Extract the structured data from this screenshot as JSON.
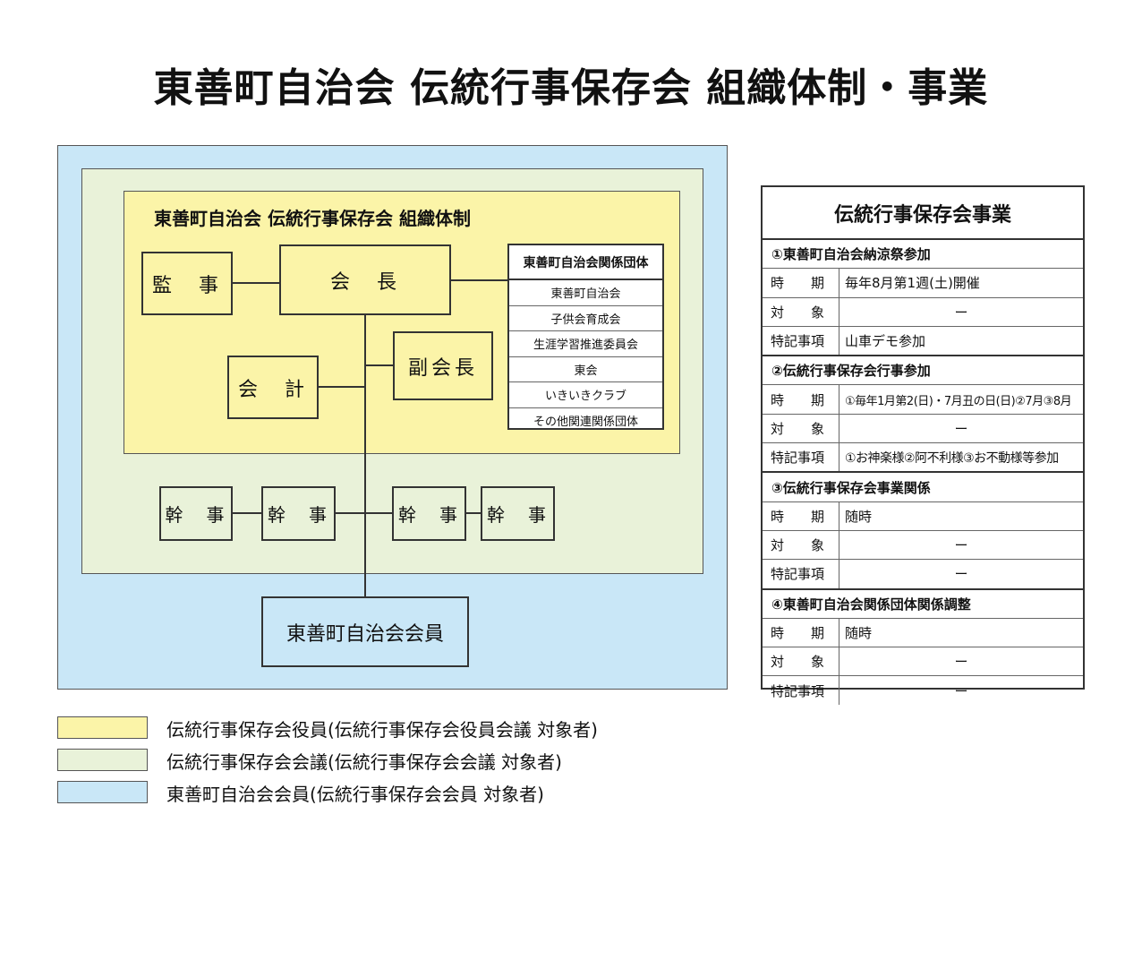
{
  "page_title": "東善町自治会 伝統行事保存会 組織体制・事業",
  "org": {
    "inner_title": "東善町自治会 伝統行事保存会 組織体制",
    "auditor": "監　事",
    "president": "会　長",
    "vice_president": "副会長",
    "treasurer": "会　計",
    "secretaries": [
      "幹　事",
      "幹　事",
      "幹　事",
      "幹　事"
    ],
    "members": "東善町自治会会員",
    "related_groups": {
      "header": "東善町自治会関係団体",
      "items": [
        "東善町自治会",
        "子供会育成会",
        "生涯学習推進委員会",
        "東会",
        "いきいきクラブ",
        "その他関連関係団体"
      ]
    }
  },
  "legend": [
    {
      "label": "伝統行事保存会役員(伝統行事保存会役員会議 対象者)",
      "color": "#fbf4a8"
    },
    {
      "label": "伝統行事保存会会議(伝統行事保存会会議 対象者)",
      "color": "#e9f2d9"
    },
    {
      "label": "東善町自治会会員(伝統行事保存会会員 対象者)",
      "color": "#c9e7f7"
    }
  ],
  "projects": {
    "title": "伝統行事保存会事業",
    "sections": [
      {
        "heading": "①東善町自治会納涼祭参加",
        "rows": [
          {
            "label": "時　　期",
            "value": "毎年8月第1週(土)開催",
            "center": false
          },
          {
            "label": "対　　象",
            "value": "ー",
            "center": true
          },
          {
            "label": "特記事項",
            "value": "山車デモ参加",
            "center": false
          }
        ]
      },
      {
        "heading": "②伝統行事保存会行事参加",
        "rows": [
          {
            "label": "時　　期",
            "value": "①毎年1月第2(日)・7月丑の日(日)②7月③8月",
            "center": false
          },
          {
            "label": "対　　象",
            "value": "ー",
            "center": true
          },
          {
            "label": "特記事項",
            "value": "①お神楽様②阿不利様③お不動様等参加",
            "center": false
          }
        ]
      },
      {
        "heading": "③伝統行事保存会事業関係",
        "rows": [
          {
            "label": "時　　期",
            "value": "随時",
            "center": false
          },
          {
            "label": "対　　象",
            "value": "ー",
            "center": true
          },
          {
            "label": "特記事項",
            "value": "ー",
            "center": true
          }
        ]
      },
      {
        "heading": "④東善町自治会関係団体関係調整",
        "rows": [
          {
            "label": "時　　期",
            "value": "随時",
            "center": false
          },
          {
            "label": "対　　象",
            "value": "ー",
            "center": true
          },
          {
            "label": "特記事項",
            "value": "ー",
            "center": true
          }
        ]
      }
    ]
  }
}
